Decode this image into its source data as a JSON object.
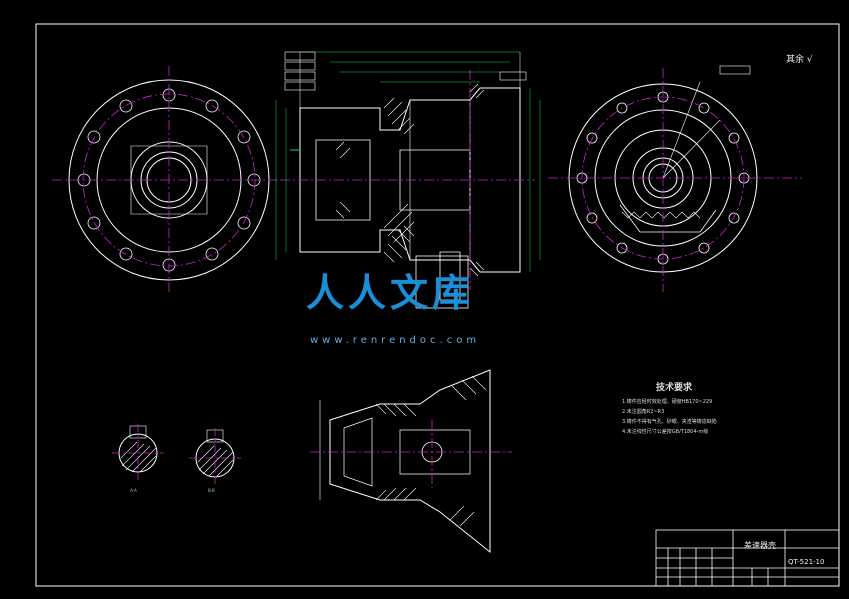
{
  "watermark": {
    "text": "人人文库",
    "url": "www.renrendoc.com"
  },
  "corner_note": "其余 √",
  "technical_requirements": {
    "title": "技术要求",
    "items": [
      "1.铸件应经时效处理，硬度HB170~229",
      "2.未注圆角R2~R3",
      "3.铸件不得有气孔、砂眼、夹渣等铸造缺陷",
      "4.未注线性尺寸公差按GB/T1804-m级"
    ]
  },
  "title_block": {
    "title": "差速器壳",
    "drawing_no": "QT-521-10"
  },
  "section_labels": [
    "A-A",
    "B-B"
  ],
  "colors": {
    "background": "#000000",
    "lines": "#ffffff",
    "centerlines": "#d020d0",
    "dimensions": "#00e060",
    "hatch": "#ffffff",
    "watermark": "#1a8fd8"
  }
}
